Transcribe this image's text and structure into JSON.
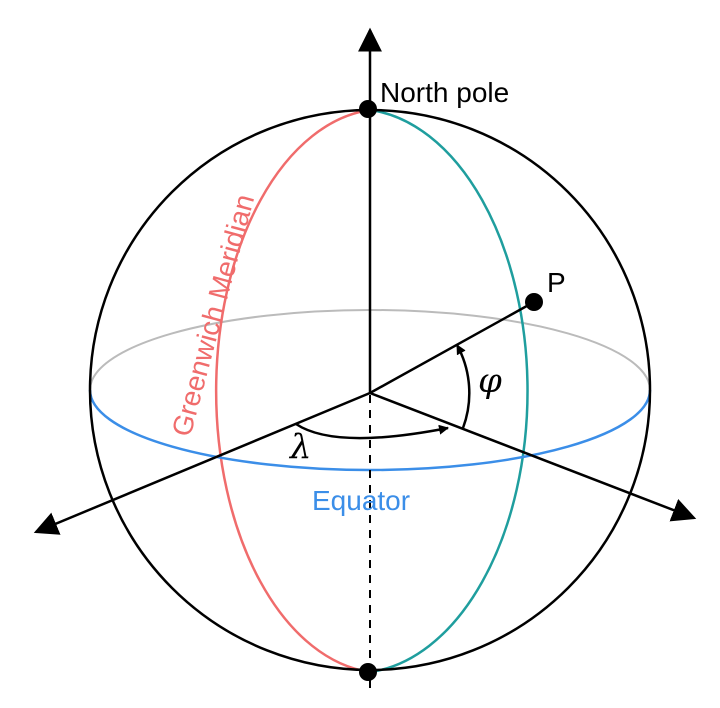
{
  "labels": {
    "north_pole": "North pole",
    "point": "P",
    "phi": "φ",
    "lambda": "λ",
    "equator": "Equator",
    "greenwich": "Greenwich Meridian"
  },
  "colors": {
    "outline": "#000000",
    "greenwich": "#f06c6c",
    "meridian_p": "#1f9e9e",
    "equator": "#3b8ee8",
    "equator_back": "#bbbbbb"
  }
}
